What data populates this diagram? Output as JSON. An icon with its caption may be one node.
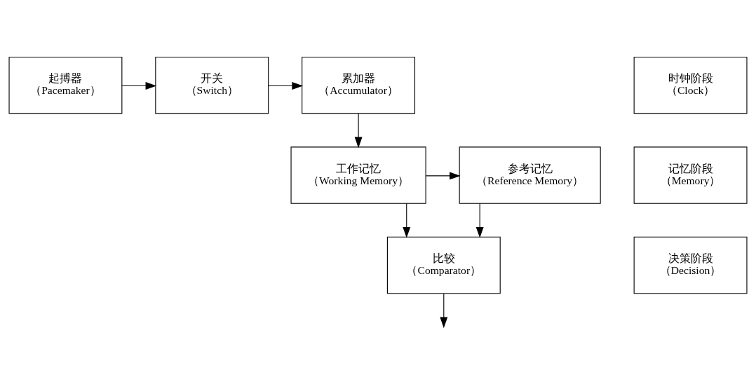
{
  "diagram": {
    "nodes": [
      {
        "text": [
          "起搏器",
          "（Pacemaker）"
        ]
      },
      {
        "text": [
          "开关",
          "（Switch）"
        ]
      },
      {
        "text": [
          "累加器",
          "（Accumulator）"
        ]
      },
      {
        "text": [
          "时钟阶段",
          "（Clock）"
        ]
      },
      {
        "text": [
          "工作记忆",
          "（Working Memory）"
        ]
      },
      {
        "text": [
          "参考记忆",
          "（Reference Memory）"
        ]
      },
      {
        "text": [
          "记忆阶段",
          "（Memory）"
        ]
      },
      {
        "text": [
          "比较",
          "（Comparator）"
        ]
      },
      {
        "text": [
          "决策阶段",
          "（Decision）"
        ]
      }
    ],
    "edges": [
      {
        "from": 0,
        "to": 1,
        "arrow": "to"
      },
      {
        "from": 1,
        "to": 2,
        "arrow": "to"
      },
      {
        "from": 2,
        "to": 4,
        "arrow": "to"
      },
      {
        "from": 4,
        "to": 5,
        "arrow": "to"
      },
      {
        "from": 4,
        "to": 7,
        "arrow": "to"
      },
      {
        "from": 5,
        "to": 7,
        "arrow": "to"
      },
      {
        "from": 7,
        "to": null,
        "arrow": "to"
      }
    ]
  }
}
